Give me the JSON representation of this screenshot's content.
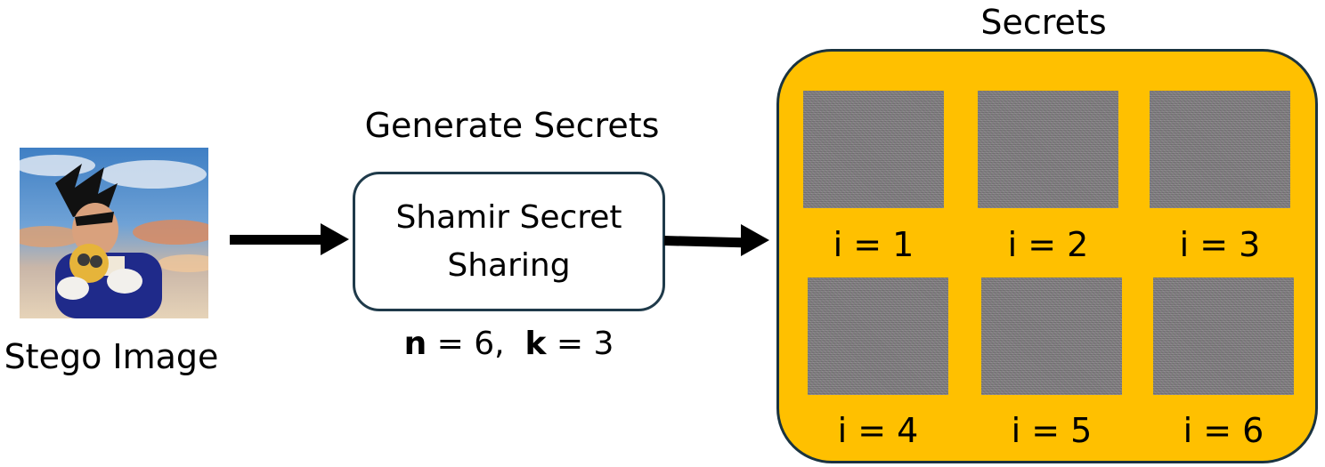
{
  "stego": {
    "caption": "Stego Image"
  },
  "process": {
    "heading": "Generate Secrets",
    "box_label": "Shamir Secret Sharing",
    "params": {
      "n_symbol": "n",
      "n_text": " = 6,  ",
      "k_symbol": "k",
      "k_text": " = 3"
    }
  },
  "secrets": {
    "heading": "Secrets",
    "panel_color": "#ffc000",
    "shares": [
      {
        "label": "i = 1"
      },
      {
        "label": "i = 2"
      },
      {
        "label": "i = 3"
      },
      {
        "label": "i = 4"
      },
      {
        "label": "i = 5"
      },
      {
        "label": "i = 6"
      }
    ]
  }
}
